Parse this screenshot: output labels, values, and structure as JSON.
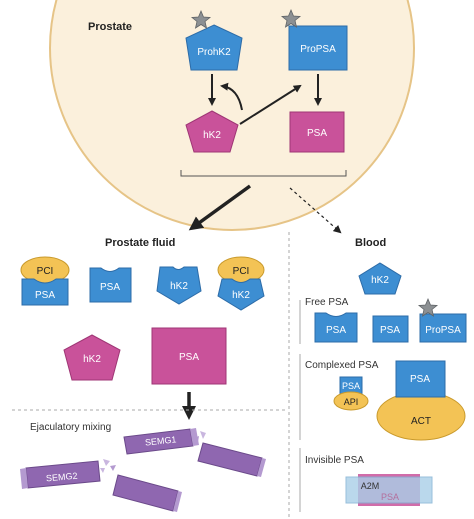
{
  "prostate": {
    "title": "Prostate",
    "prohk2": "ProhK2",
    "propsa": "ProPSA",
    "hk2": "hK2",
    "psa": "PSA"
  },
  "fluid": {
    "title": "Prostate fluid",
    "pci_left": "PCI",
    "psa_under_pci": "PSA",
    "psa": "PSA",
    "hk2": "hK2",
    "pci_right": "PCI",
    "hk2_under_pci": "hK2",
    "hk2_large": "hK2",
    "psa_large": "PSA"
  },
  "mixing": {
    "label": "Ejaculatory mixing",
    "semg1": "SEMG1",
    "semg2": "SEMG2"
  },
  "blood": {
    "title": "Blood",
    "hk2": "hK2",
    "free_label": "Free PSA",
    "free_psa_1": "PSA",
    "free_psa_2": "PSA",
    "free_propsa": "ProPSA",
    "complexed_label": "Complexed PSA",
    "psa_small": "PSA",
    "api": "API",
    "psa_act": "PSA",
    "act": "ACT",
    "invisible_label": "Invisible PSA",
    "a2m": "A2M",
    "psa_faded": "PSA"
  },
  "colors": {
    "cell_fill": "#fbf0dc",
    "cell_stroke": "#e6c487",
    "blue": "#3d8ed2",
    "blue_stroke": "#2d6ca8",
    "pink": "#c9529a",
    "pink_stroke": "#9f3675",
    "yellow": "#f3c355",
    "yellow_stroke": "#c99a2c",
    "purple": "#8f67b0",
    "grey_star": "#8c9093"
  }
}
